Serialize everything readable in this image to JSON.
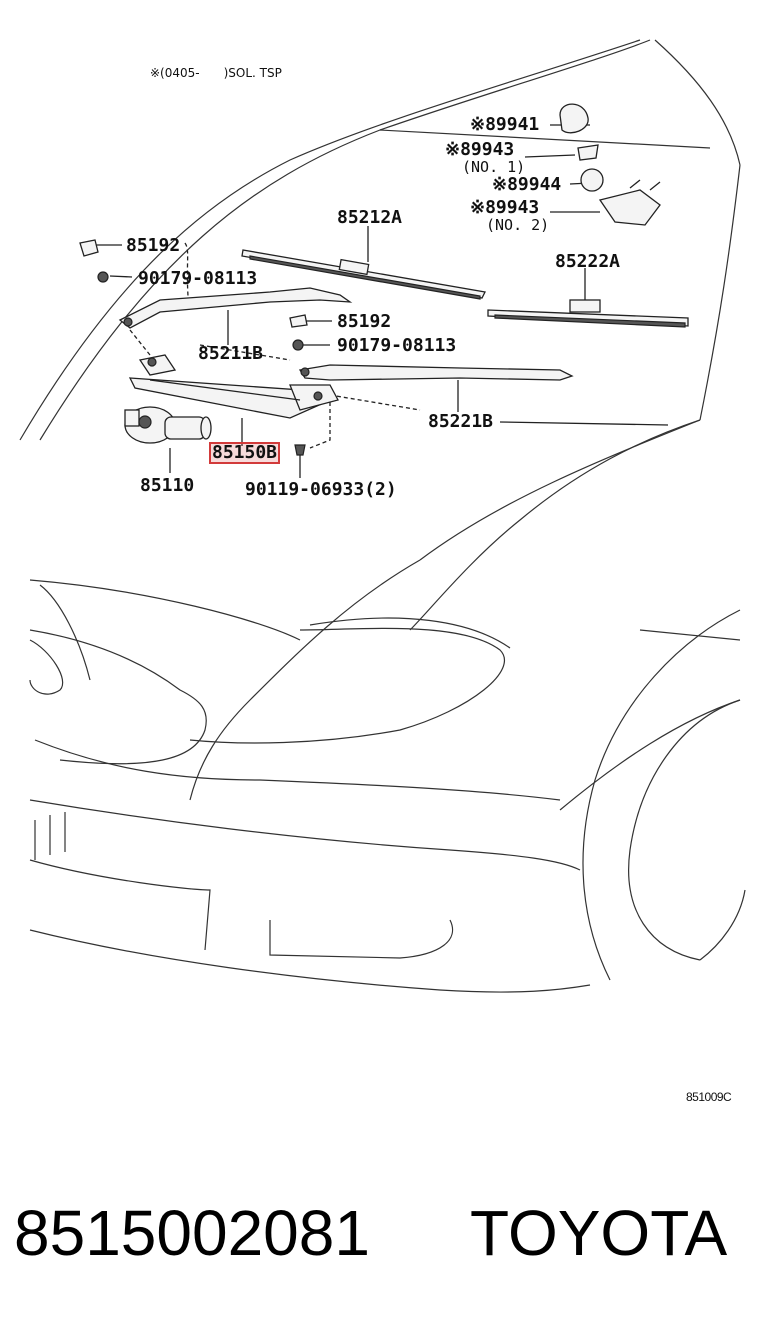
{
  "note": "※(0405-　　)SOL. TSP",
  "figure_ref": "851009C",
  "parts": {
    "p89941": "※89941",
    "p89943_1": "※89943",
    "p89943_1_sub": "(NO. 1)",
    "p89944": "※89944",
    "p89943_2": "※89943",
    "p89943_2_sub": "(NO. 2)",
    "p85212a": "85212A",
    "p85222a": "85222A",
    "p85192_a": "85192",
    "p90179_a": "90179-08113",
    "p85192_b": "85192",
    "p90179_b": "90179-08113",
    "p85211b": "85211B",
    "p85221b": "85221B",
    "p85150b": "85150B",
    "p85110": "85110",
    "p90119": "90119-06933(2)"
  },
  "highlight": {
    "part": "85150B",
    "color": "#d23a3a"
  },
  "caption": {
    "part_number": "8515002081",
    "brand": "TOYOTA"
  }
}
